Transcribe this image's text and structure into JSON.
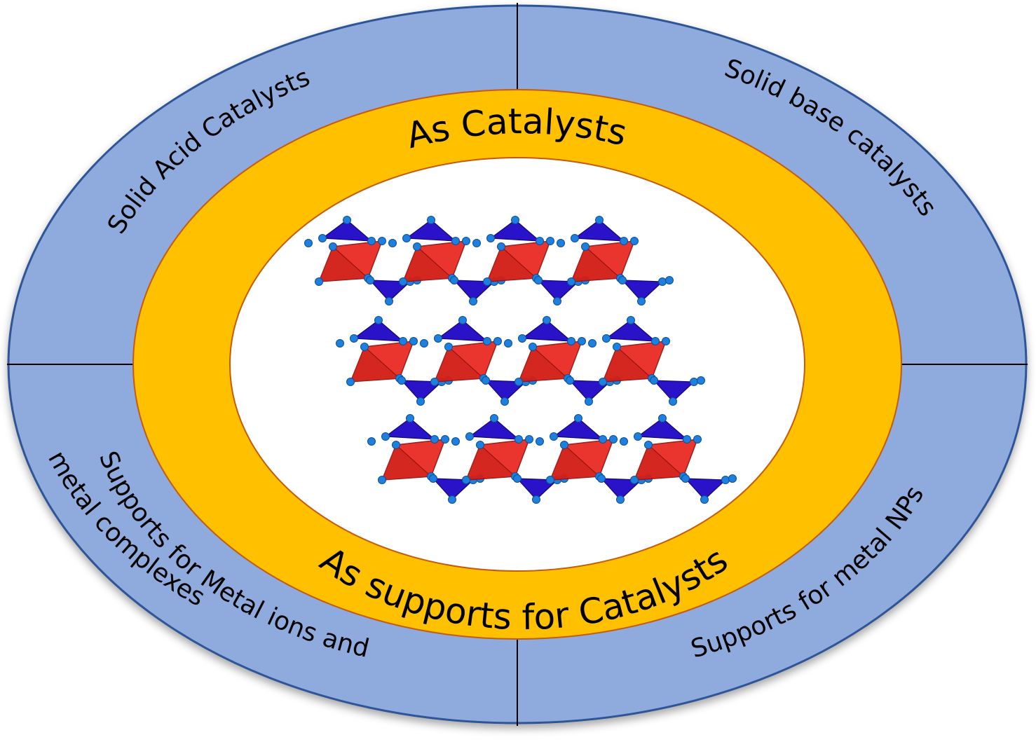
{
  "colors": {
    "outer_ring": "#8faadc",
    "outer_border": "#2f5597",
    "inner_ring": "#ffc000",
    "inner_border": "#c55a11",
    "center": "#ffffff",
    "octahedron": "#e8241c",
    "tetrahedron": "#2a12c8",
    "atom": "#1f7fdc"
  },
  "outer_quadrants": {
    "top_left": "Solid Acid Catalysts",
    "top_right": "Solid base catalysts",
    "bottom_left_line1": "Supports for Metal ions and",
    "bottom_left_line2": "metal complexes",
    "bottom_right": "Supports for metal NPs"
  },
  "inner_ring": {
    "top_label": "As Catalysts",
    "bottom_label": "As supports for Catalysts"
  },
  "center_image": {
    "layers": 3,
    "octahedra_per_layer": 4,
    "icon": "layered-crystal-structure"
  }
}
